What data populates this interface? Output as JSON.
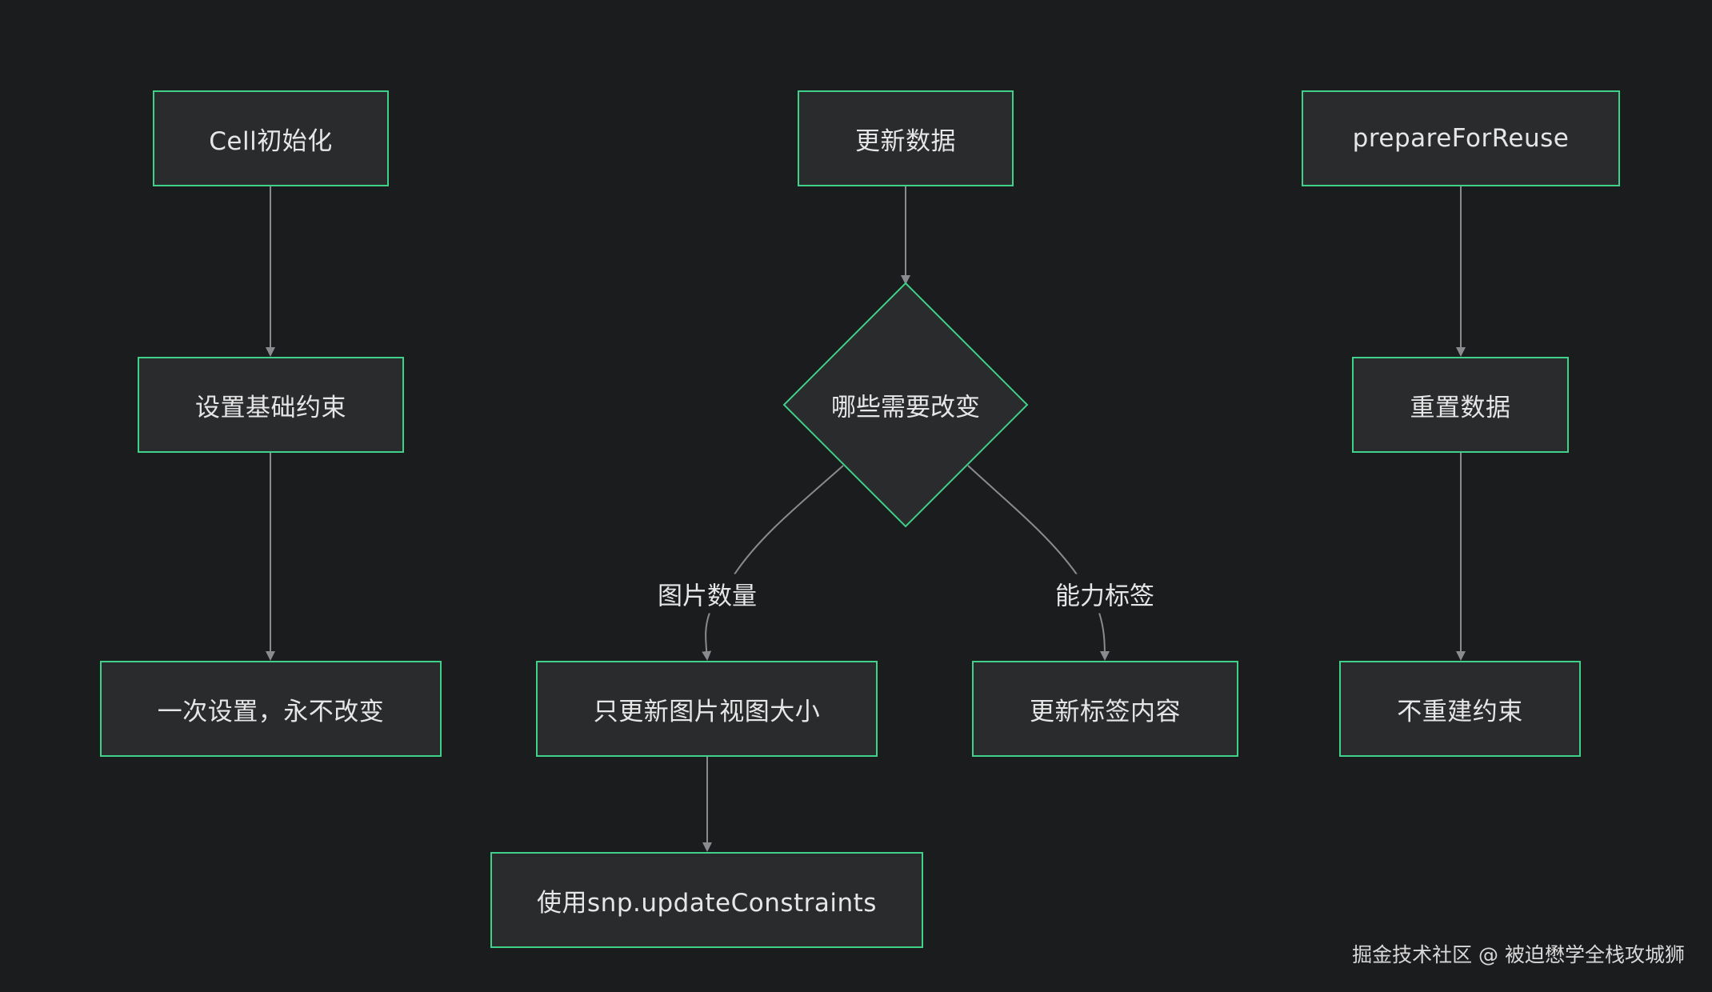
{
  "nodes": {
    "cell_init": "Cell初始化",
    "set_base_constraints": "设置基础约束",
    "set_once": "一次设置，永不改变",
    "update_data": "更新数据",
    "what_changes": "哪些需要改变",
    "update_image_view_size": "只更新图片视图大小",
    "use_update_constraints": "使用snp.updateConstraints",
    "update_tag_content": "更新标签内容",
    "prepare_for_reuse": "prepareForReuse",
    "reset_data": "重置数据",
    "no_rebuild_constraints": "不重建约束"
  },
  "edge_labels": {
    "image_count": "图片数量",
    "ability_tags": "能力标签"
  },
  "watermark": "掘金技术社区 @ 被迫懋学全栈攻城狮",
  "colors": {
    "background": "#1b1c1e",
    "node_fill": "#2a2b2d",
    "node_border": "#3fd08a",
    "edge": "#8a8b8e",
    "text": "#e6e6e6"
  }
}
